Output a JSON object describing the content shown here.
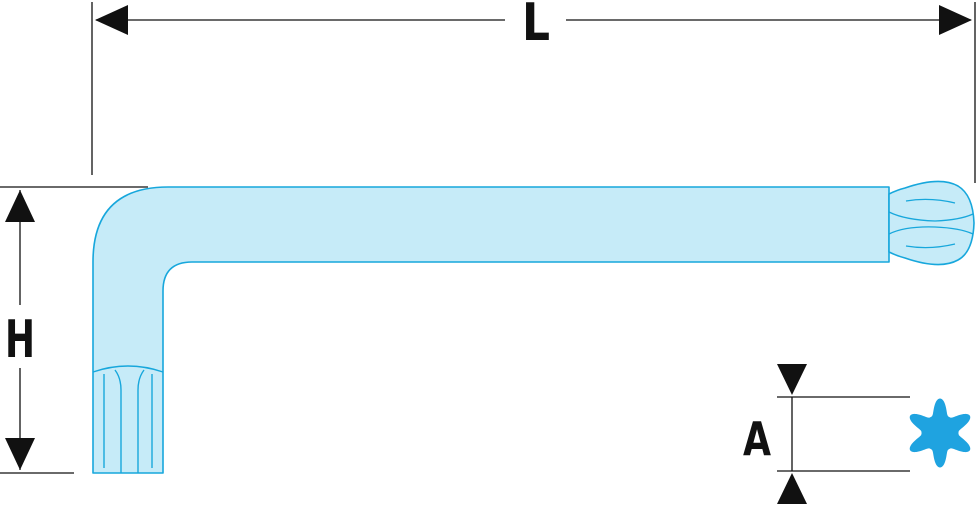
{
  "diagram": {
    "dimensions": {
      "length_label": "L",
      "height_label": "H",
      "tip_label": "A"
    },
    "colors": {
      "tool_fill": "#c6ebf8",
      "tool_stroke": "#17a7dc",
      "torx_fill": "#1fa3e0",
      "line": "#111111"
    },
    "icons": {
      "tool": "torx-l-key-icon",
      "profile": "torx-star-icon"
    }
  }
}
